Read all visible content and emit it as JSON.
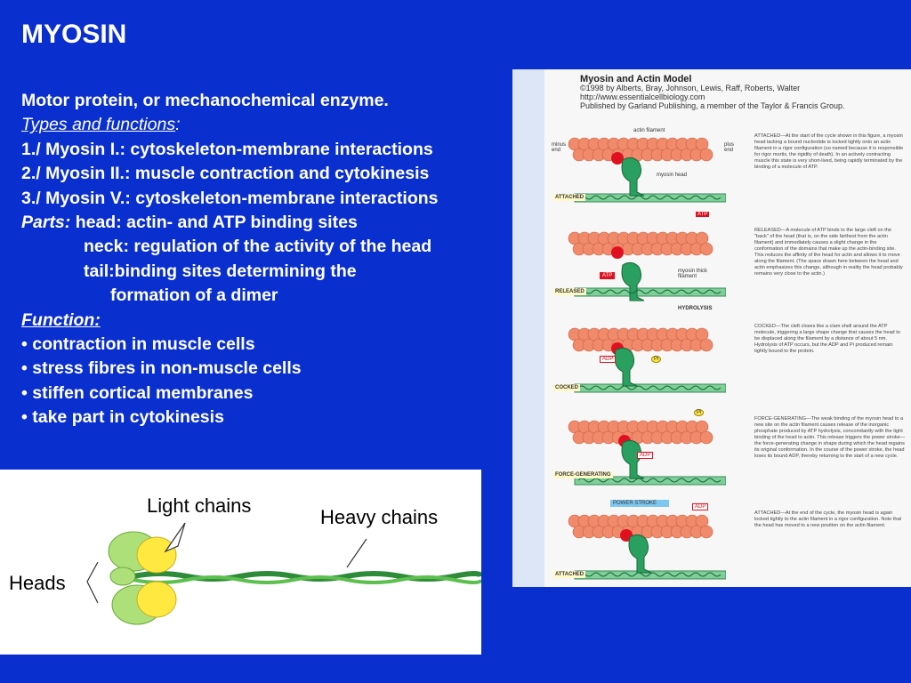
{
  "title": "MYOSIN",
  "text": {
    "l1": "Motor protein, or mechanochemical enzyme.",
    "l2_italic": "Types and functions",
    "l2_colon": ":",
    "l3": "1./ Myosin I.: cytoskeleton-membrane interactions",
    "l4": "2./ Myosin II.: muscle contraction and cytokinesis",
    "l5": "3./ Myosin V.: cytoskeleton-membrane interactions",
    "l6_italic": "Parts:",
    "l6_rest": " head: actin- and ATP binding sites",
    "l7": "neck: regulation of the activity of the head",
    "l8": "tail:binding sites determining the",
    "l9": "formation of a dimer",
    "l10": "Function:",
    "b1": "• contraction in muscle cells",
    "b2": "• stress fibres in non-muscle cells",
    "b3": "• stiffen cortical membranes",
    "b4": "• take part in cytokinesis"
  },
  "figure": {
    "heading": "Myosin and Actin Model",
    "copyright1": "©1998 by Alberts, Bray, Johnson, Lewis, Raff, Roberts, Walter http://www.essentialcellbiology.com",
    "copyright2": "Published by Garland Publishing, a member of the Taylor & Francis Group.",
    "actin_filament": "actin filament",
    "minus_end": "minus end",
    "plus_end": "plus end",
    "myosin_head": "myosin head",
    "myosin_thick": "myosin thick filament",
    "atp": "ATP",
    "hydrolysis": "HYDROLYSIS",
    "adp": "ADP",
    "pi": "Pi",
    "power_stroke": "POWER STROKE",
    "stages": [
      {
        "label": "ATTACHED",
        "caption": "ATTACHED—At the start of the cycle shown in this figure, a myosin head lacking a bound nucleotide is locked tightly onto an actin filament in a rigor configuration (so named because it is responsible for rigor mortis, the rigidity of death). In an actively contracting muscle this state is very short-lived, being rapidly terminated by the binding of a molecule of ATP."
      },
      {
        "label": "RELEASED",
        "caption": "RELEASED—A molecule of ATP binds to the large cleft on the \"back\" of the head (that is, on the side farthest from the actin filament) and immediately causes a slight change in the conformation of the domains that make up the actin-binding site. This reduces the affinity of the head for actin and allows it to move along the filament. (The space drawn here between the head and actin emphasizes this change, although in reality the head probably remains very close to the actin.)"
      },
      {
        "label": "COCKED",
        "caption": "COCKED—The cleft closes like a clam shell around the ATP molecule, triggering a large shape change that causes the head to be displaced along the filament by a distance of about 5 nm. Hydrolysis of ATP occurs, but the ADP and Pi produced remain tightly bound to the protein."
      },
      {
        "label": "FORCE-GENERATING",
        "caption": "FORCE-GENERATING—The weak binding of the myosin head to a new site on the actin filament causes release of the inorganic phosphate produced by ATP hydrolysis, concomitantly with the tight binding of the head to actin. This release triggers the power stroke—the force-generating change in shape during which the head regains its original conformation. In the course of the power stroke, the head loses its bound ADP, thereby returning to the start of a new cycle."
      },
      {
        "label": "ATTACHED",
        "caption": "ATTACHED—At the end of the cycle, the myosin head is again locked tightly to the actin filament in a rigor configuration. Note that the head has moved to a new position on the actin filament."
      }
    ]
  },
  "myosin_figure": {
    "light_chains": "Light chains",
    "heavy_chains": "Heavy chains",
    "heads": "Heads"
  },
  "colors": {
    "background": "#0a2fcf",
    "actin": "#f08a6a",
    "myosin": "#2aa060",
    "atp": "#e01020"
  }
}
